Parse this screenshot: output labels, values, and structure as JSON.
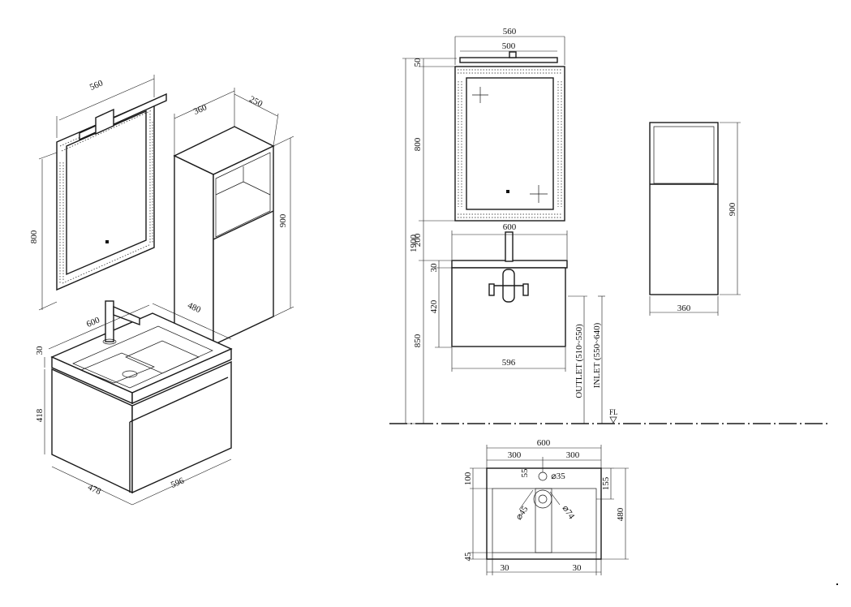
{
  "labels": {
    "iso_mirror_width": "560",
    "iso_mirror_height": "800",
    "iso_cabinet_width": "360",
    "iso_cabinet_depth": "250",
    "iso_cabinet_height": "900",
    "iso_basin_width": "600",
    "iso_basin_depth": "480",
    "iso_top_thickness": "30",
    "iso_vanity_height": "418",
    "iso_vanity_depth": "478",
    "iso_vanity_width": "596",
    "front_light_width": "560",
    "front_light_inner": "500",
    "front_light_height": "50",
    "front_mirror_height": "800",
    "front_total_height": "1900",
    "front_gap": "200",
    "front_basin_width": "600",
    "front_top_thickness": "30",
    "front_drawer_height": "420",
    "front_counter_height": "850",
    "front_drawer_width": "596",
    "outlet_label": "OUTLET (510~550)",
    "inlet_label": "INLET (550~640)",
    "floor_label": "FL",
    "side_height": "900",
    "side_width": "360",
    "plan_width": "600",
    "plan_half_left": "300",
    "plan_half_right": "300",
    "plan_hole_offset": "55",
    "plan_hole_dia": "⌀35",
    "plan_left_100": "100",
    "plan_right_155": "155",
    "plan_depth": "480",
    "plan_left_45": "45",
    "plan_drain_dia": "⌀45",
    "plan_bowl_dia": "⌀74",
    "plan_bottom_left": "30",
    "plan_bottom_right": "30"
  }
}
